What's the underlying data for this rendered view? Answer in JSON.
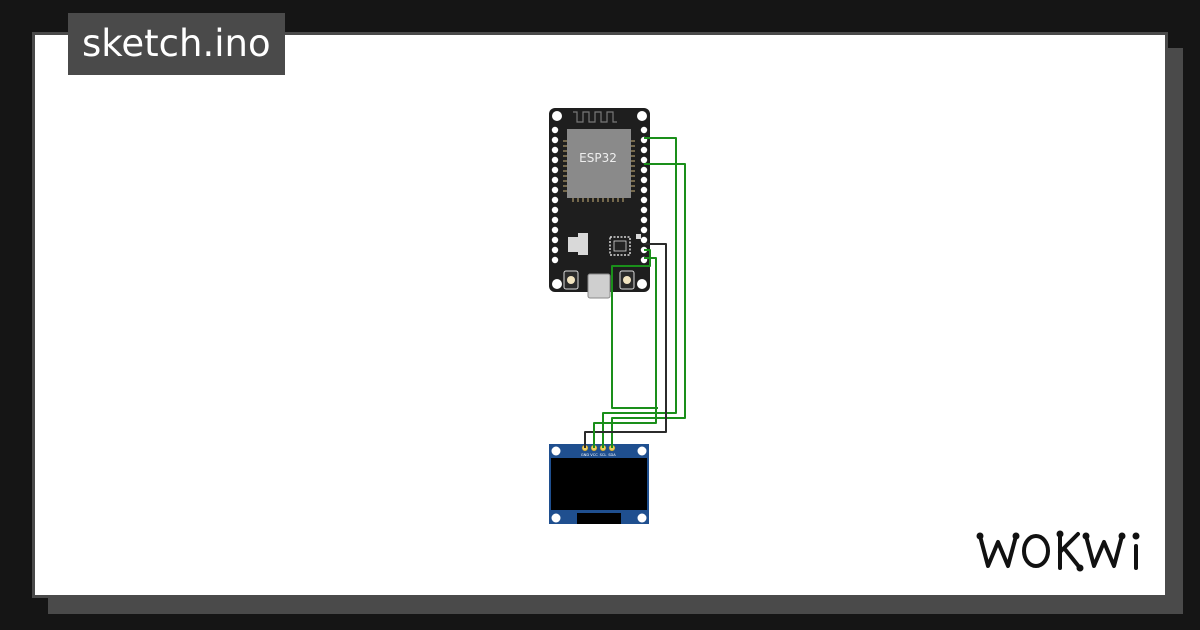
{
  "sketch": {
    "filename": "sketch.ino"
  },
  "board": {
    "chip_label": "ESP32"
  },
  "display": {
    "pin_labels": [
      "GND",
      "VCC",
      "SCL",
      "SDA"
    ]
  },
  "brand": {
    "name": "WOKWI"
  },
  "colors": {
    "background": "#151515",
    "frame": "#4a4a4a",
    "canvas": "#ffffff",
    "board": "#1e1e1e",
    "module": "#8a8a8a",
    "oled_pcb": "#1f4f8f",
    "wire_signal": "#1a8f1a",
    "wire_ground": "#2b2b2b"
  }
}
